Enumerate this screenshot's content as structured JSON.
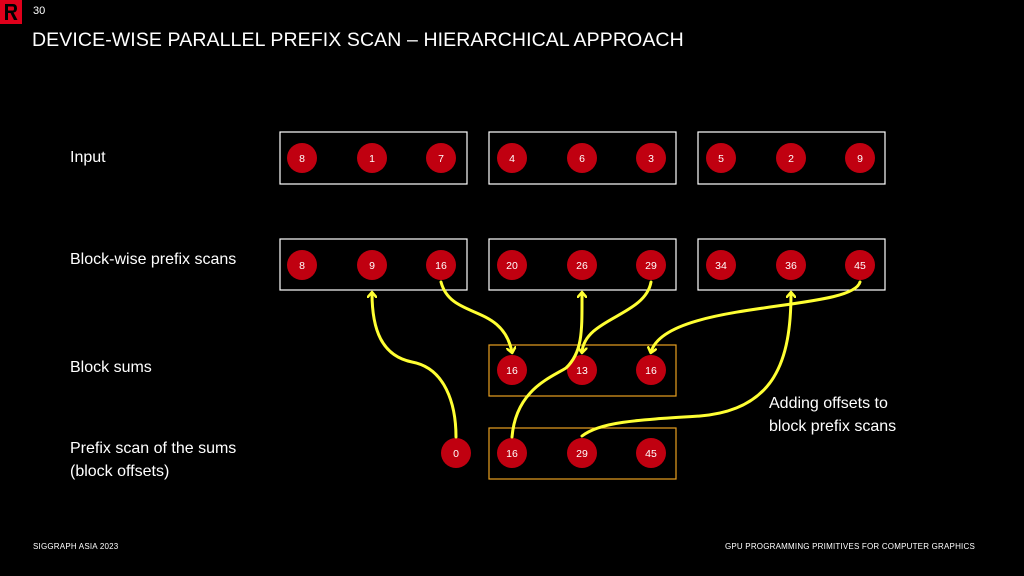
{
  "slide": {
    "number": "30",
    "title": "DEVICE-WISE PARALLEL PREFIX SCAN – HIERARCHICAL APPROACH",
    "footer_left": "SIGGRAPH ASIA 2023",
    "footer_right": "GPU PROGRAMMING PRIMITIVES FOR COMPUTER GRAPHICS"
  },
  "labels": {
    "input": "Input",
    "block_scans": "Block-wise  prefix  scans",
    "block_sums": "Block sums",
    "prefix_sums_line1": "Prefix scan of the sums",
    "prefix_sums_line2": "(block offsets)",
    "note_line1": "Adding offsets to",
    "note_line2": "block prefix scans"
  },
  "rows": {
    "input": [
      [
        "8",
        "1",
        "7"
      ],
      [
        "4",
        "6",
        "3"
      ],
      [
        "5",
        "2",
        "9"
      ]
    ],
    "block_scans": [
      [
        "8",
        "9",
        "16"
      ],
      [
        "20",
        "26",
        "29"
      ],
      [
        "34",
        "36",
        "45"
      ]
    ],
    "block_sums": [
      "16",
      "13",
      "16"
    ],
    "offset_zero": "0",
    "prefix_sums": [
      "16",
      "29",
      "45"
    ]
  },
  "colors": {
    "node": "#c00010",
    "box_white": "#ffffff",
    "box_orange": "#e8a020",
    "arrow": "#ffff33",
    "logo": "#e0001b"
  }
}
